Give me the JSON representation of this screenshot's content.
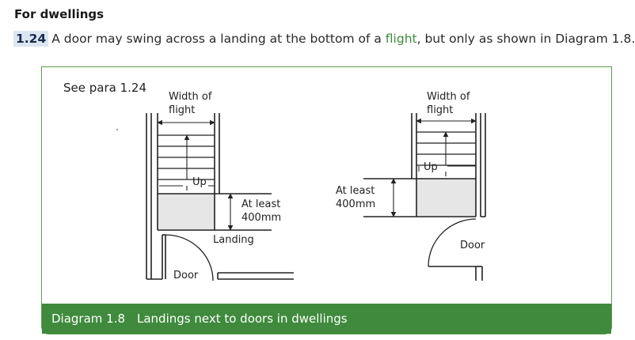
{
  "section": {
    "heading": "For dwellings"
  },
  "paragraph": {
    "number": "1.24",
    "text_before": "A door may swing across a landing at the bottom of a ",
    "link_text": "flight",
    "text_after": ", but only as shown in Diagram 1.8."
  },
  "diagram": {
    "see_para": "See para 1.24",
    "left": {
      "width_label_line1": "Width of",
      "width_label_line2": "flight",
      "up_label": "Up",
      "at_least_line1": "At least",
      "at_least_line2": "400mm",
      "landing_label": "Landing",
      "door_label": "Door"
    },
    "right": {
      "width_label_line1": "Width of",
      "width_label_line2": "flight",
      "up_label": "Up",
      "at_least_line1": "At least",
      "at_least_line2": "400mm",
      "door_label": "Door"
    },
    "caption_number": "Diagram 1.8",
    "caption_text": "Landings next to doors in dwellings"
  },
  "colors": {
    "accent_green": "#3f8a3c",
    "link_green": "#3d8b3d",
    "landing_fill": "#e6e6e6"
  }
}
